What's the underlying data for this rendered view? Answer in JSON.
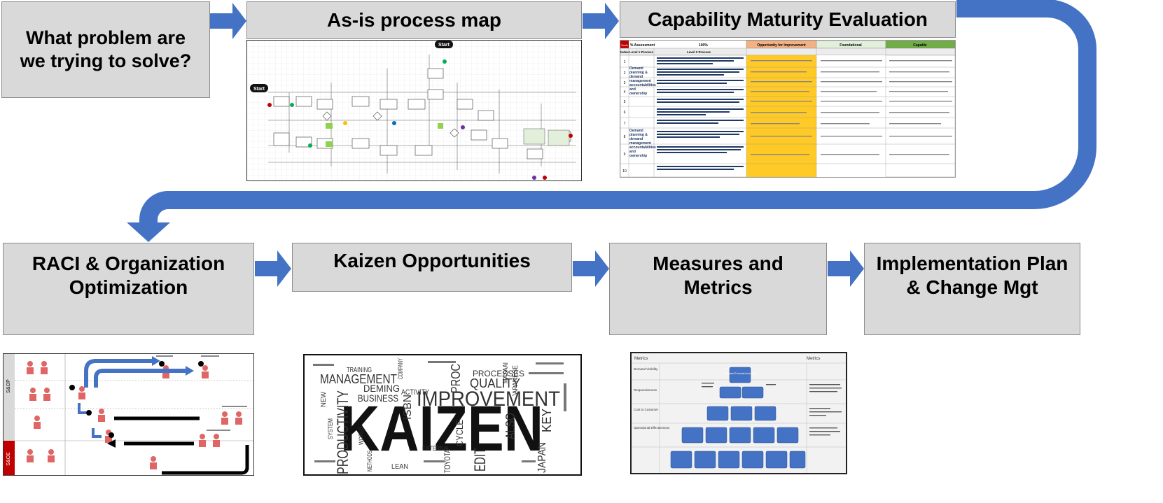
{
  "colors": {
    "arrow": "#4472c4",
    "box_fill": "#d9d9d9",
    "box_border": "#8c8c8c"
  },
  "steps": [
    {
      "label": "What problem are we trying to solve?"
    },
    {
      "label": "As-is process map"
    },
    {
      "label": "Capability Maturity Evaluation"
    },
    {
      "label": "RACI & Organization Optimization"
    },
    {
      "label": "Kaizen Opportunities"
    },
    {
      "label": "Measures and Metrics"
    },
    {
      "label": "Implementation Plan & Change Mgt"
    }
  ],
  "process_map": {
    "start_labels": [
      "Start",
      "Start"
    ]
  },
  "maturity_table": {
    "corner": "Scale",
    "assessment_label": "% Assessment",
    "assessment_value": "100%",
    "level_headers": [
      "Opportunity for Improvement",
      "Foundational",
      "Capable"
    ],
    "col_headers": [
      "Index",
      "Level 1 Process",
      "Level 2 Process"
    ],
    "row_indexes": [
      "1",
      "2",
      "3",
      "4",
      "5",
      "6",
      "7",
      "8",
      "9",
      "10"
    ],
    "groups": [
      "Demand planning & demand management accountabilities and ownership",
      "Demand planning & demand management accountabilities and ownership"
    ],
    "level_colors": [
      "#f4b183",
      "#e2efda",
      "#70ad47"
    ]
  },
  "raci": {
    "row_labels": [
      "S&OP",
      "S&OE"
    ]
  },
  "word_cloud": {
    "main": "KAIZEN",
    "words": [
      "IMPROVEMENT",
      "MANAGEMENT",
      "PRODUCTIVITY",
      "QUALITY",
      "BUSINESS",
      "DEMING",
      "PROCESSES",
      "TRAINING",
      "EDIT",
      "CYCLE",
      "ALSO",
      "JAPAN",
      "KEY",
      "ISBN",
      "LEAN",
      "PROC",
      "JAPANESE",
      "MASAAI",
      "EXTERNAL",
      "TOYOTA",
      "ACTIVITY",
      "WORLD",
      "SYSTEM",
      "COMPANY",
      "METHODS",
      "NEW"
    ]
  },
  "metrics": {
    "title": "Metrics",
    "left_title": "Metrics",
    "right_title": "Metrics",
    "categories": [
      "Demand Visibility",
      "Responsiveness",
      "Cost to Customer",
      "Operational Effectiveness"
    ],
    "top_box": "Demand Forecast Accuracy"
  }
}
